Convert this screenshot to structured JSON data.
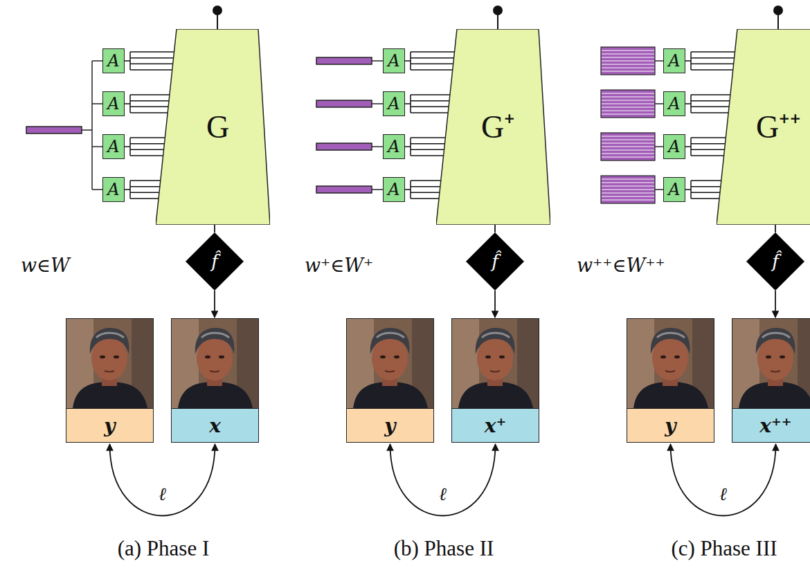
{
  "diagram": {
    "nodes": [
      {
        "text": [
          "A"
        ]
      },
      {
        "text": [
          "A"
        ]
      },
      {
        "text": [
          "A"
        ]
      },
      {
        "text": [
          "A"
        ]
      },
      {
        "text": [
          "G"
        ]
      },
      {
        "text": [
          "f̂"
        ]
      },
      {
        "text": [
          "y"
        ]
      },
      {
        "text": [
          "x"
        ]
      },
      {
        "text": [
          "A"
        ]
      },
      {
        "text": [
          "A"
        ]
      },
      {
        "text": [
          "A"
        ]
      },
      {
        "text": [
          "A"
        ]
      },
      {
        "text": [
          "G⁺"
        ]
      },
      {
        "text": [
          "f̂"
        ]
      },
      {
        "text": [
          "y"
        ]
      },
      {
        "text": [
          "x⁺"
        ]
      },
      {
        "text": [
          "A"
        ]
      },
      {
        "text": [
          "A"
        ]
      },
      {
        "text": [
          "A"
        ]
      },
      {
        "text": [
          "A"
        ]
      },
      {
        "text": [
          "G⁺⁺"
        ]
      },
      {
        "text": [
          "f̂"
        ]
      },
      {
        "text": [
          "y"
        ]
      },
      {
        "text": [
          "x⁺⁺"
        ]
      }
    ],
    "edges": [
      {
        "from": 0,
        "to": 4,
        "arrow": "none"
      },
      {
        "from": 1,
        "to": 4,
        "arrow": "none"
      },
      {
        "from": 2,
        "to": 4,
        "arrow": "none"
      },
      {
        "from": 3,
        "to": 4,
        "arrow": "none"
      },
      {
        "from": 4,
        "to": 5,
        "arrow": "none"
      },
      {
        "from": 5,
        "to": 7,
        "arrow": "to"
      },
      {
        "from": 6,
        "to": 7,
        "arrow": "both",
        "label": "ℓ"
      },
      {
        "from": 8,
        "to": 12,
        "arrow": "none"
      },
      {
        "from": 9,
        "to": 12,
        "arrow": "none"
      },
      {
        "from": 10,
        "to": 12,
        "arrow": "none"
      },
      {
        "from": 11,
        "to": 12,
        "arrow": "none"
      },
      {
        "from": 12,
        "to": 13,
        "arrow": "none"
      },
      {
        "from": 13,
        "to": 15,
        "arrow": "to"
      },
      {
        "from": 14,
        "to": 15,
        "arrow": "both",
        "label": "ℓ"
      },
      {
        "from": 16,
        "to": 20,
        "arrow": "none"
      },
      {
        "from": 17,
        "to": 20,
        "arrow": "none"
      },
      {
        "from": 18,
        "to": 20,
        "arrow": "none"
      },
      {
        "from": 19,
        "to": 20,
        "arrow": "none"
      },
      {
        "from": 20,
        "to": 21,
        "arrow": "none"
      },
      {
        "from": 21,
        "to": 23,
        "arrow": "to"
      },
      {
        "from": 22,
        "to": 23,
        "arrow": "both",
        "label": "ℓ"
      }
    ],
    "labels": [
      "w∈W",
      "w⁺∈W⁺",
      "w⁺⁺∈W⁺⁺",
      "(a) Phase I",
      "(b) Phase II",
      "(c) Phase III"
    ]
  }
}
